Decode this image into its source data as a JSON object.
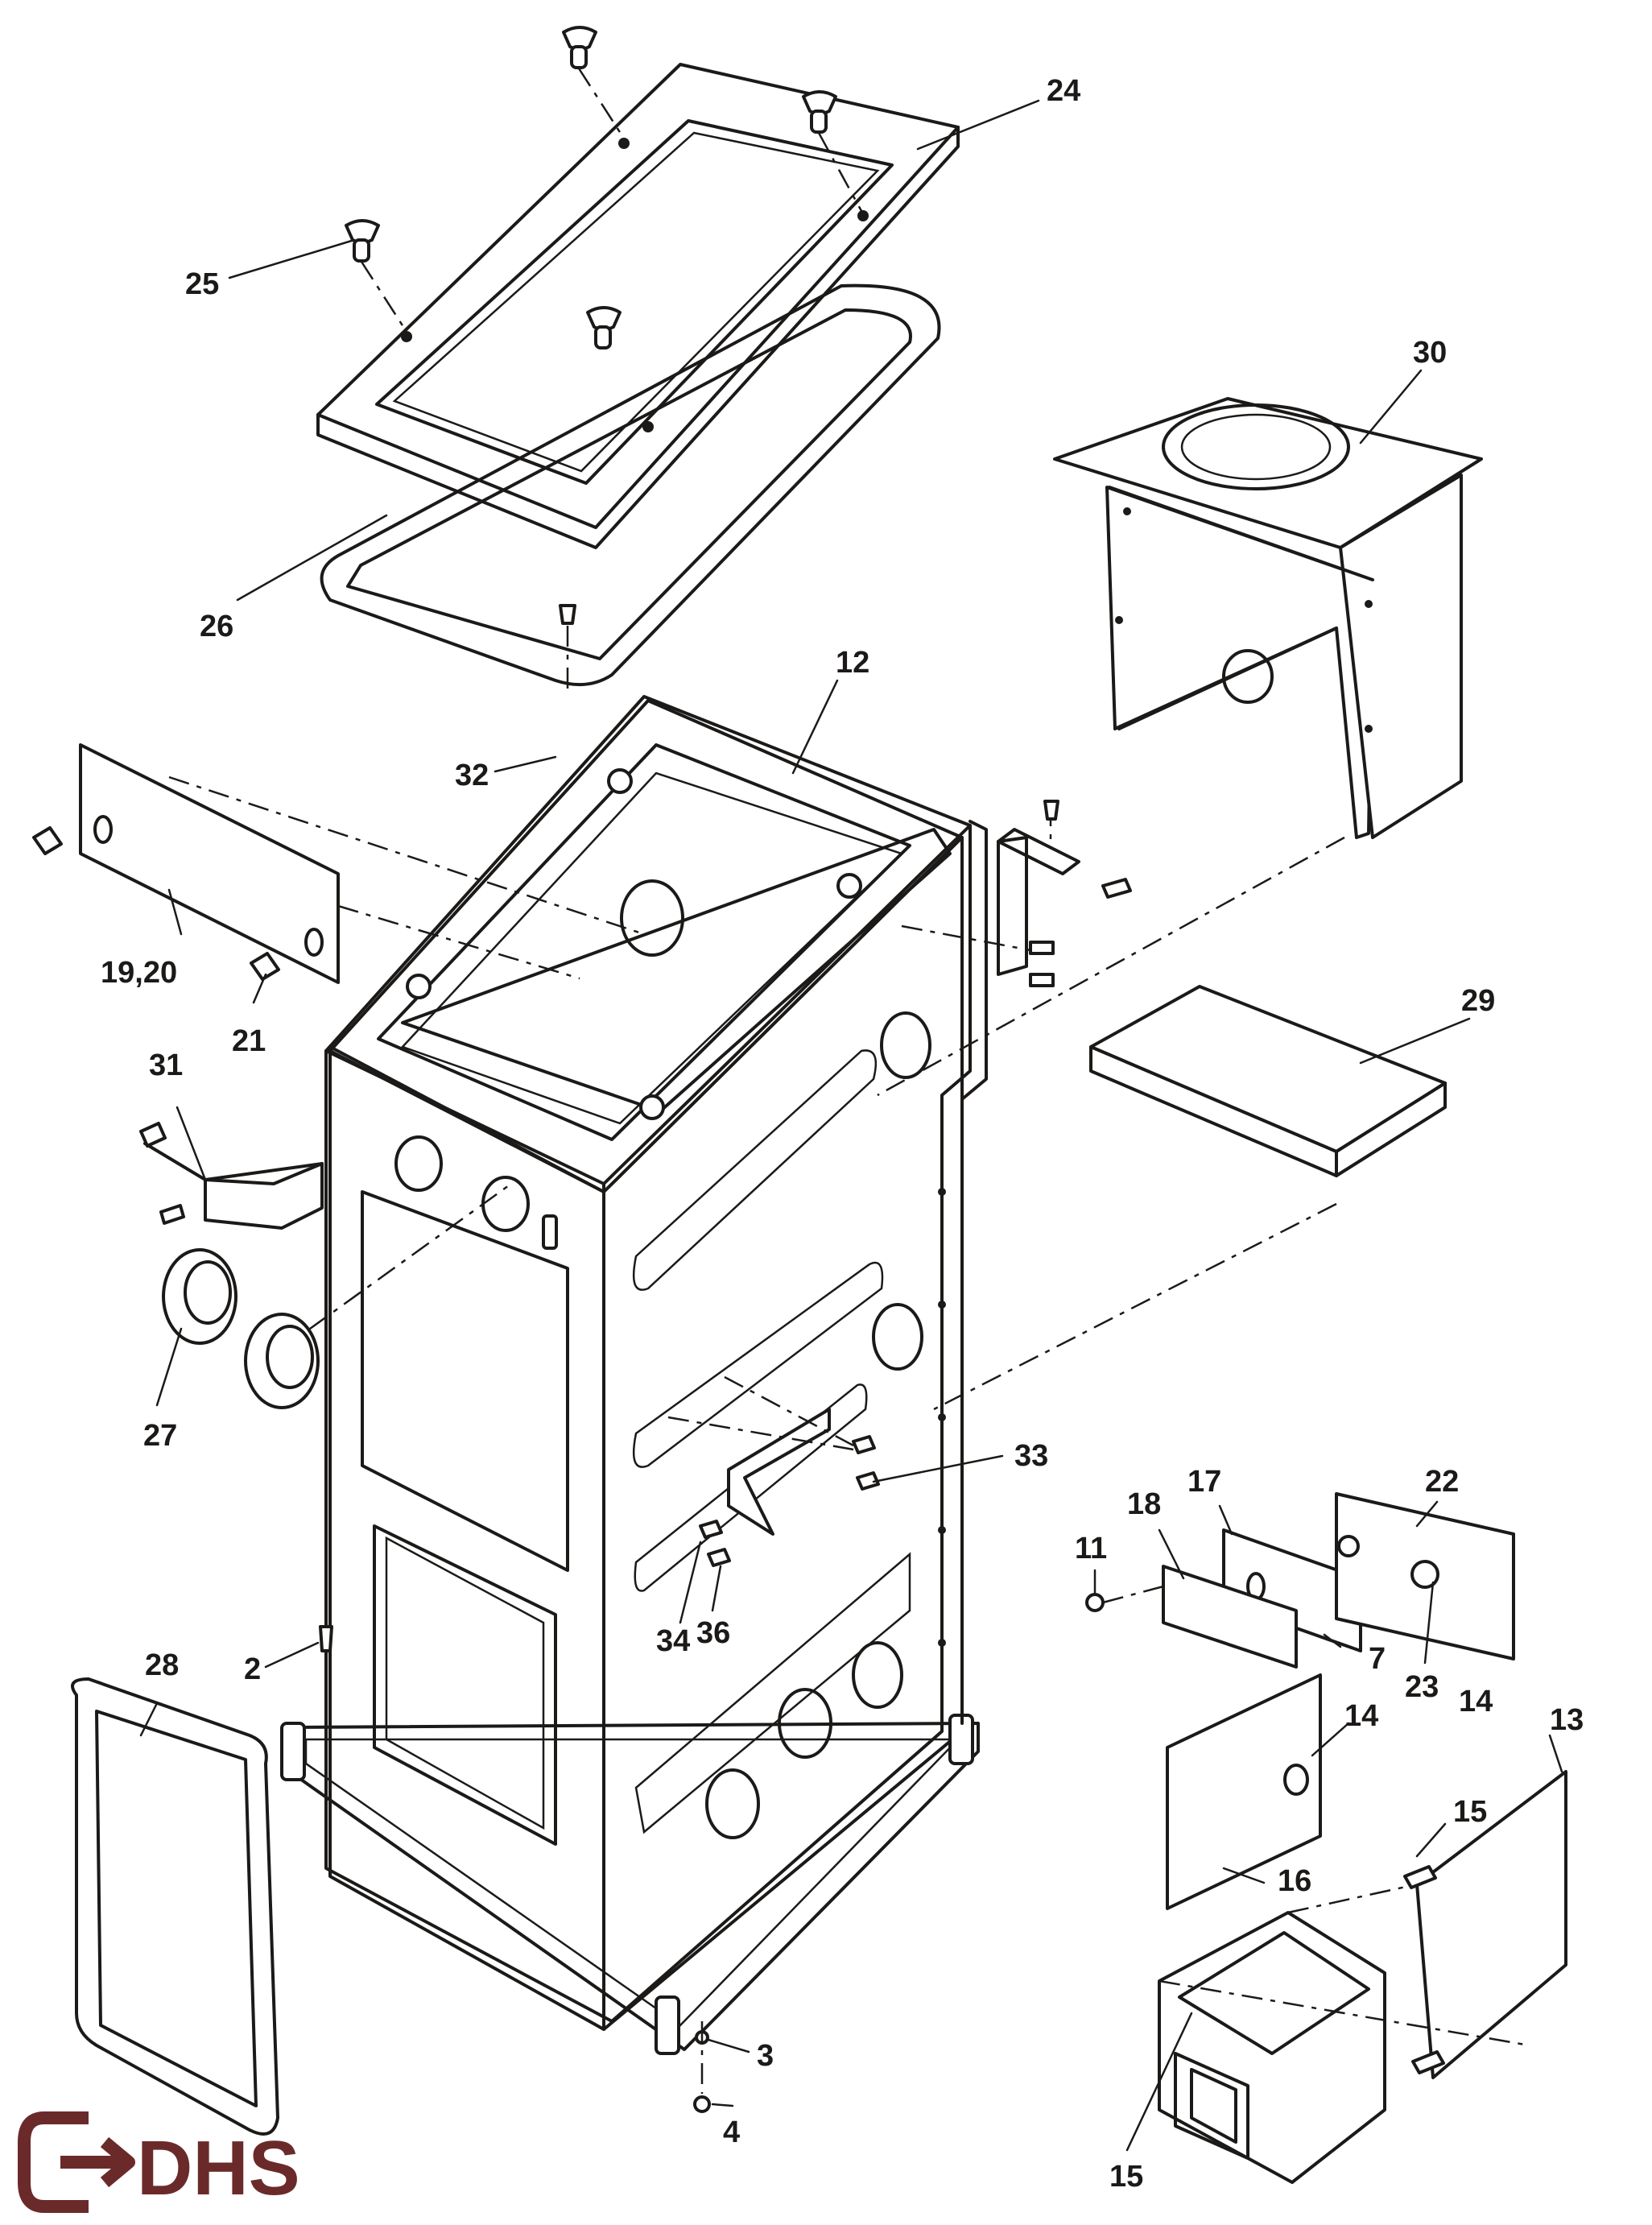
{
  "diagram": {
    "parts": {
      "p24": "24",
      "p25": "25",
      "p26": "26",
      "p12": "12",
      "p30": "30",
      "p32": "32",
      "p19_20": "19,20",
      "p21": "21",
      "p31": "31",
      "p29": "29",
      "p27": "27",
      "p33": "33",
      "p34": "34",
      "p36": "36",
      "p2": "2",
      "p28": "28",
      "p3": "3",
      "p4": "4",
      "p11": "11",
      "p18": "18",
      "p17": "17",
      "p22": "22",
      "p7": "7",
      "p23": "23",
      "p14a": "14",
      "p14b": "14",
      "p13": "13",
      "p15a": "15",
      "p15b": "15",
      "p16": "16"
    }
  },
  "logo": {
    "text": "DHS",
    "color": "#6b2a2a",
    "icon": "arrow-logo-icon"
  }
}
